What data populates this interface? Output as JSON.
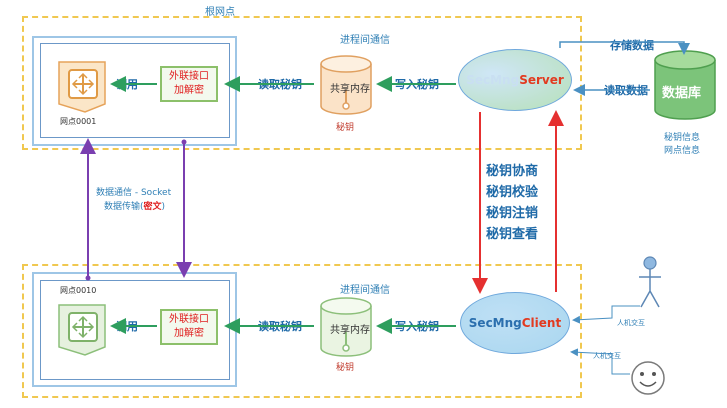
{
  "root_title": "根网点",
  "top": {
    "ipc_label": "进程间通信",
    "node_label": "网点0001",
    "call": "调用",
    "iface_line1": "外联接口",
    "iface_line2": "加解密",
    "read_key": "读取秘钥",
    "shm": "共享内存",
    "key": "秘钥",
    "write_key": "写入秘钥",
    "server_prefix": "SecMng",
    "server_suffix": "Server",
    "store_data": "存储数据",
    "read_data": "读取数据",
    "db": "数据库",
    "db_info1": "秘钥信息",
    "db_info2": "网点信息"
  },
  "mid": {
    "comm1": "数据通信 - Socket",
    "comm2_prefix": "数据传输(",
    "comm2_cipher": "密文",
    "comm2_suffix": ")",
    "ops": [
      "秘钥协商",
      "秘钥校验",
      "秘钥注销",
      "秘钥查看"
    ]
  },
  "bottom": {
    "ipc_label": "进程间通信",
    "node_label": "网点0010",
    "call": "调用",
    "iface_line1": "外联接口",
    "iface_line2": "加解密",
    "read_key": "读取秘钥",
    "shm": "共享内存",
    "key": "秘钥",
    "write_key": "写入秘钥",
    "client_prefix": "SecMng",
    "client_suffix": "Client",
    "hci1": "人机交互",
    "hci2": "人机交互"
  },
  "colors": {
    "arrow_green": "#2e9e5e",
    "arrow_red": "#e53030",
    "arrow_purple": "#7a3fb0",
    "frame_yellow": "#f0c850"
  }
}
